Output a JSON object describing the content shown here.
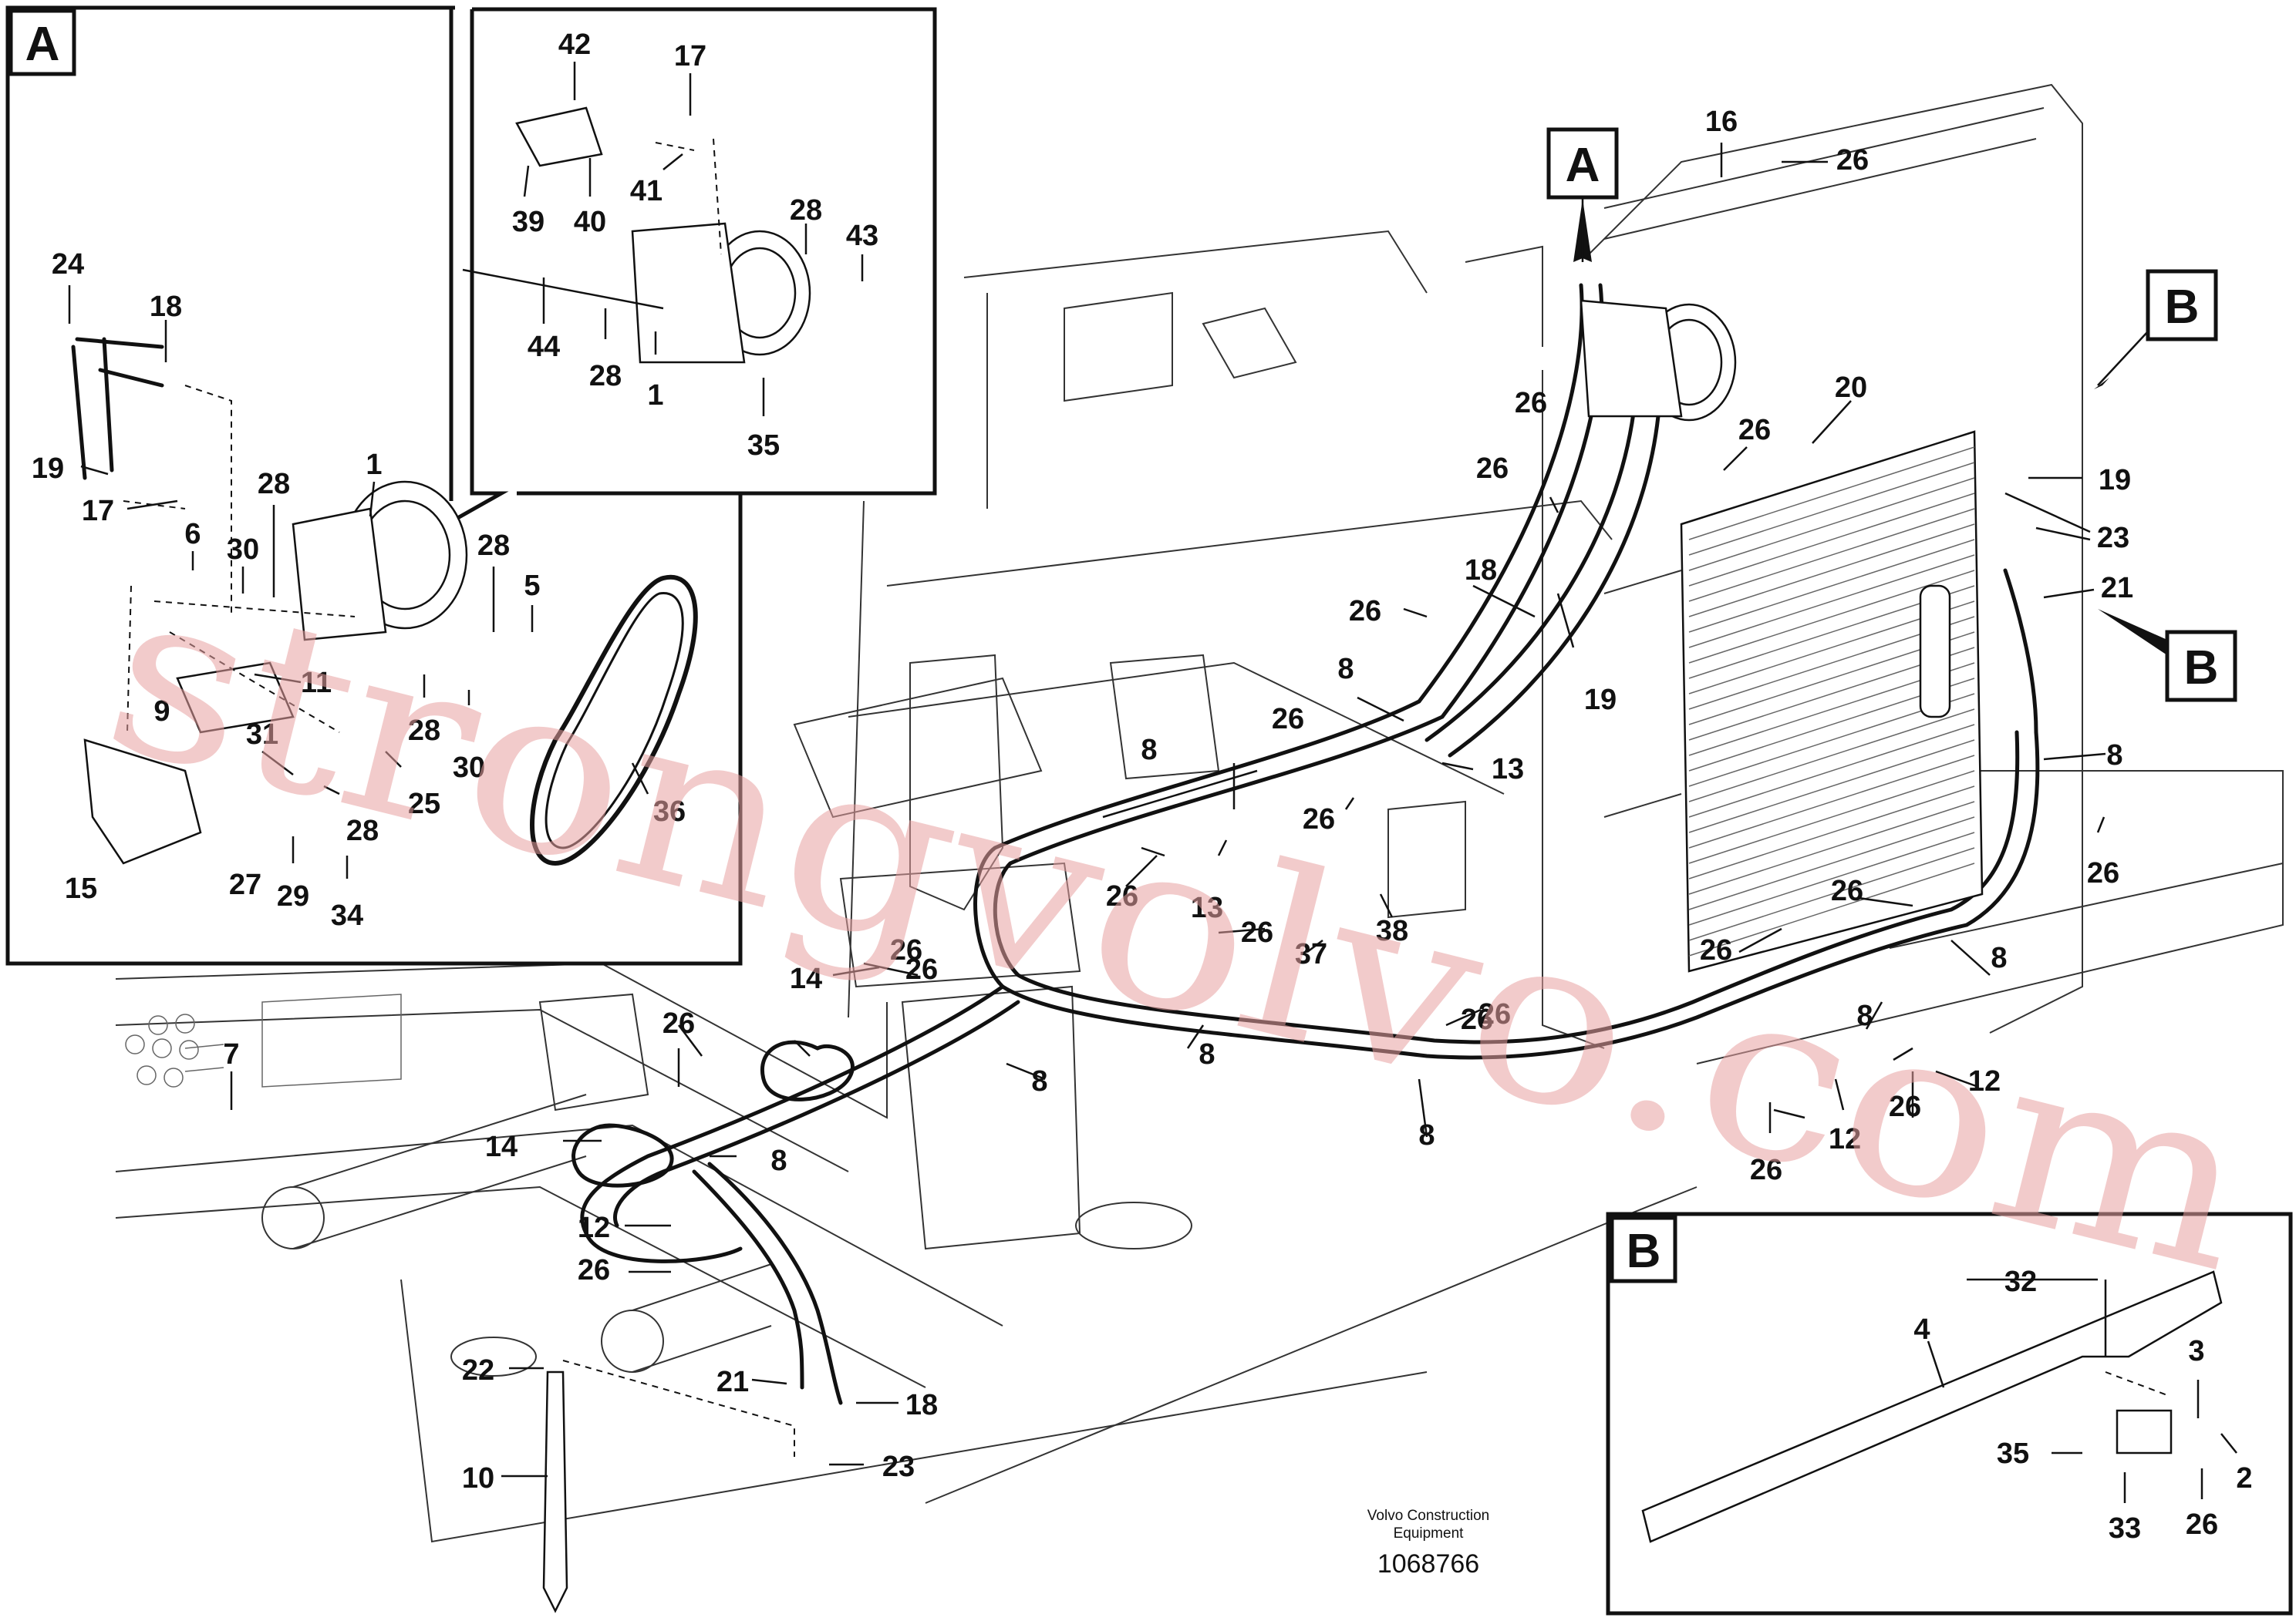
{
  "detail_a": {
    "letter": "A"
  },
  "detail_b": {
    "letter": "B"
  },
  "callouts_main": {
    "a": "A",
    "b_top": "B",
    "b_side": "B"
  },
  "labels": {
    "l_42": "42",
    "l_17a": "17",
    "l_39": "39",
    "l_40": "40",
    "l_41": "41",
    "l_28a": "28",
    "l_43": "43",
    "l_44": "44",
    "l_28b": "28",
    "l_1a": "1",
    "l_35a": "35",
    "l_24": "24",
    "l_18a": "18",
    "l_19a": "19",
    "l_17b": "17",
    "l_6a": "6",
    "l_30a": "30",
    "l_28c": "28",
    "l_1b": "1",
    "l_28d": "28",
    "l_5": "5",
    "l_11": "11",
    "l_9": "9",
    "l_28e": "28",
    "l_30b": "30",
    "l_31": "31",
    "l_25": "25",
    "l_28f": "28",
    "l_15": "15",
    "l_27": "27",
    "l_29": "29",
    "l_34": "34",
    "l_36": "36",
    "l_16": "16",
    "l_26a": "26",
    "l_20": "20",
    "l_26b": "26",
    "l_26c": "26",
    "l_19b": "19",
    "l_23a": "23",
    "l_18b": "18",
    "l_21a": "21",
    "l_26d": "26",
    "l_19c": "19",
    "l_8a": "8",
    "l_26e": "26",
    "l_13a": "13",
    "l_8b": "8",
    "l_26f": "26",
    "l_26g": "26",
    "l_8c": "8",
    "l_26h": "26",
    "l_13b": "13",
    "l_26i": "26",
    "l_37": "37",
    "l_38": "38",
    "l_26j": "26",
    "l_26k": "26",
    "l_8d": "8",
    "l_26l": "26",
    "l_8e": "8",
    "l_14a": "14",
    "l_26m": "26",
    "l_8f": "8",
    "l_26n": "26",
    "l_8g": "8",
    "l_12a": "12",
    "l_26o": "26",
    "l_7": "7",
    "l_26p": "26",
    "l_14b": "14",
    "l_8h": "8",
    "l_8i": "8",
    "l_12b": "12",
    "l_26q": "26",
    "l_26r": "26",
    "l_12c": "12",
    "l_22": "22",
    "l_21b": "21",
    "l_18c": "18",
    "l_23b": "23",
    "l_10": "10",
    "l_26s": "26",
    "l_26t": "26",
    "l_32": "32",
    "l_4": "4",
    "l_3": "3",
    "l_35b": "35",
    "l_2": "2",
    "l_33": "33",
    "l_26u": "26"
  },
  "footer": {
    "company_line1": "Volvo Construction",
    "company_line2": "Equipment",
    "drawing_number": "1068766"
  },
  "watermark": {
    "text": "strongvolvo.com"
  }
}
